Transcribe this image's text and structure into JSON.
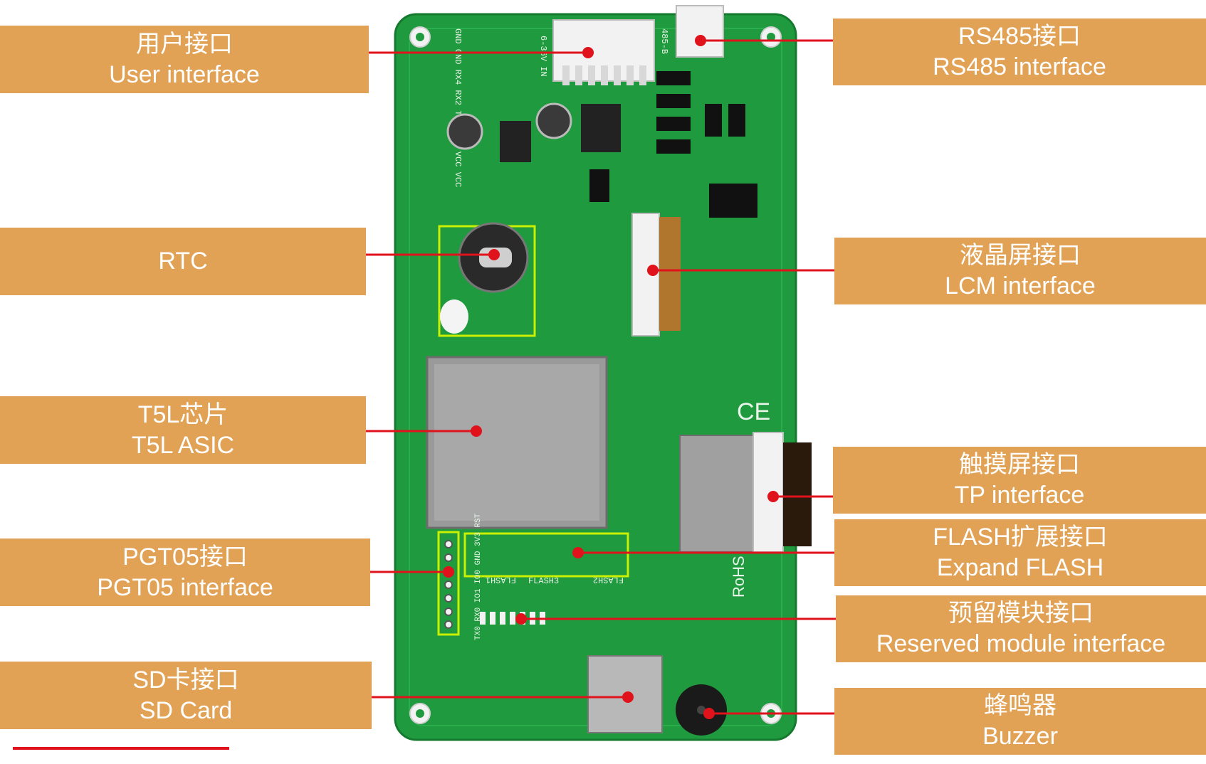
{
  "labels": {
    "user_interface": {
      "zh": "用户接口",
      "en": "User interface"
    },
    "rtc": {
      "en": "RTC"
    },
    "t5l": {
      "zh": "T5L芯片",
      "en": "T5L ASIC"
    },
    "pgt05": {
      "zh": "PGT05接口",
      "en": "PGT05 interface"
    },
    "sd": {
      "zh": "SD卡接口",
      "en": "SD Card"
    },
    "rs485": {
      "zh": "RS485接口",
      "en": "RS485 interface"
    },
    "lcm": {
      "zh": "液晶屏接口",
      "en": "LCM interface"
    },
    "tp": {
      "zh": "触摸屏接口",
      "en": "TP interface"
    },
    "flash": {
      "zh": "FLASH扩展接口",
      "en": "Expand FLASH"
    },
    "reserved": {
      "zh": "预留模块接口",
      "en": "Reserved module interface"
    },
    "buzzer": {
      "zh": "蜂鸣器",
      "en": "Buzzer"
    }
  },
  "silkscreen": {
    "header_pins": "GND GND RX4 RX2 TX2 TX4 VCC VCC",
    "voltage": "6-36V IN",
    "rs485_mark": "485-B",
    "flash1": "FLASH1",
    "flash3": "FLASH3",
    "flash2": "FLASH2",
    "rohs": "RoHS",
    "ce": "CE",
    "reserved_pins": "TX0 RX0 IO1 IO0 GND 3V3 RST"
  },
  "colors": {
    "label_bg": "#e2a256",
    "leader": "#e0121b",
    "pcb": "#1f9a3e",
    "highlight": "#c8f000"
  }
}
